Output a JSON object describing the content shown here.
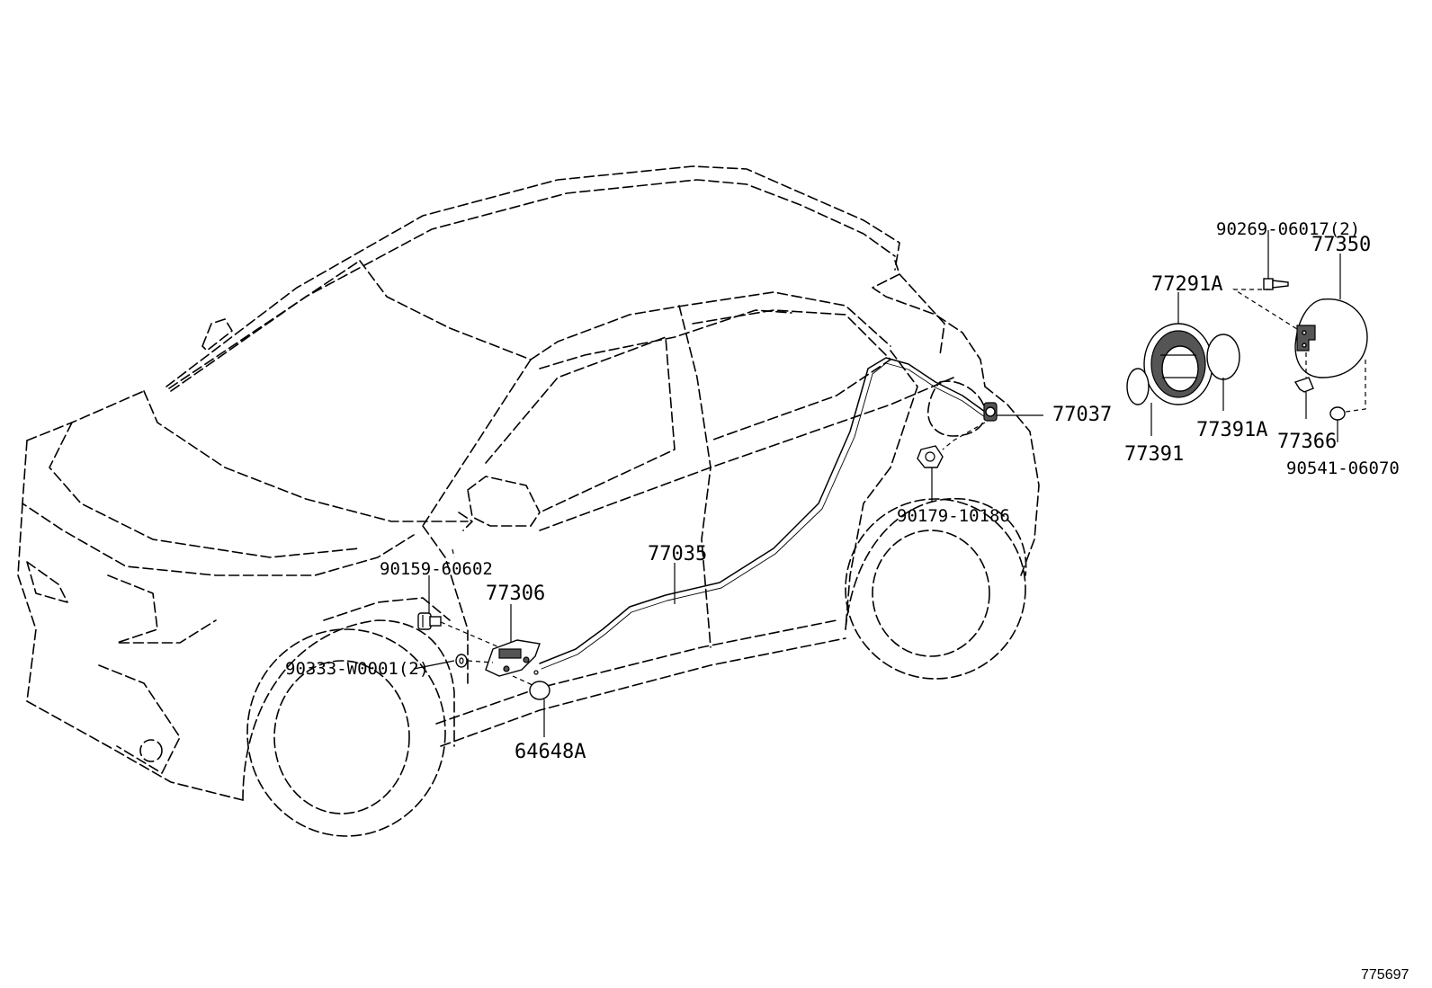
{
  "colors": {
    "line": "#000000",
    "background": "#ffffff"
  },
  "parts": [
    {
      "id": "p90269",
      "label": "90269-06017(2)"
    },
    {
      "id": "p77350",
      "label": "77350"
    },
    {
      "id": "p77291A",
      "label": "77291A"
    },
    {
      "id": "p77037",
      "label": "77037"
    },
    {
      "id": "p77391",
      "label": "77391"
    },
    {
      "id": "p77391A",
      "label": "77391A"
    },
    {
      "id": "p77366",
      "label": "77366"
    },
    {
      "id": "p90541",
      "label": "90541-06070"
    },
    {
      "id": "p90179",
      "label": "90179-10186"
    },
    {
      "id": "p77035",
      "label": "77035"
    },
    {
      "id": "p90159",
      "label": "90159-60602"
    },
    {
      "id": "p77306",
      "label": "77306"
    },
    {
      "id": "p90333",
      "label": "90333-W0001(2)"
    },
    {
      "id": "p64648A",
      "label": "64648A"
    }
  ],
  "diagram_id": "775697"
}
